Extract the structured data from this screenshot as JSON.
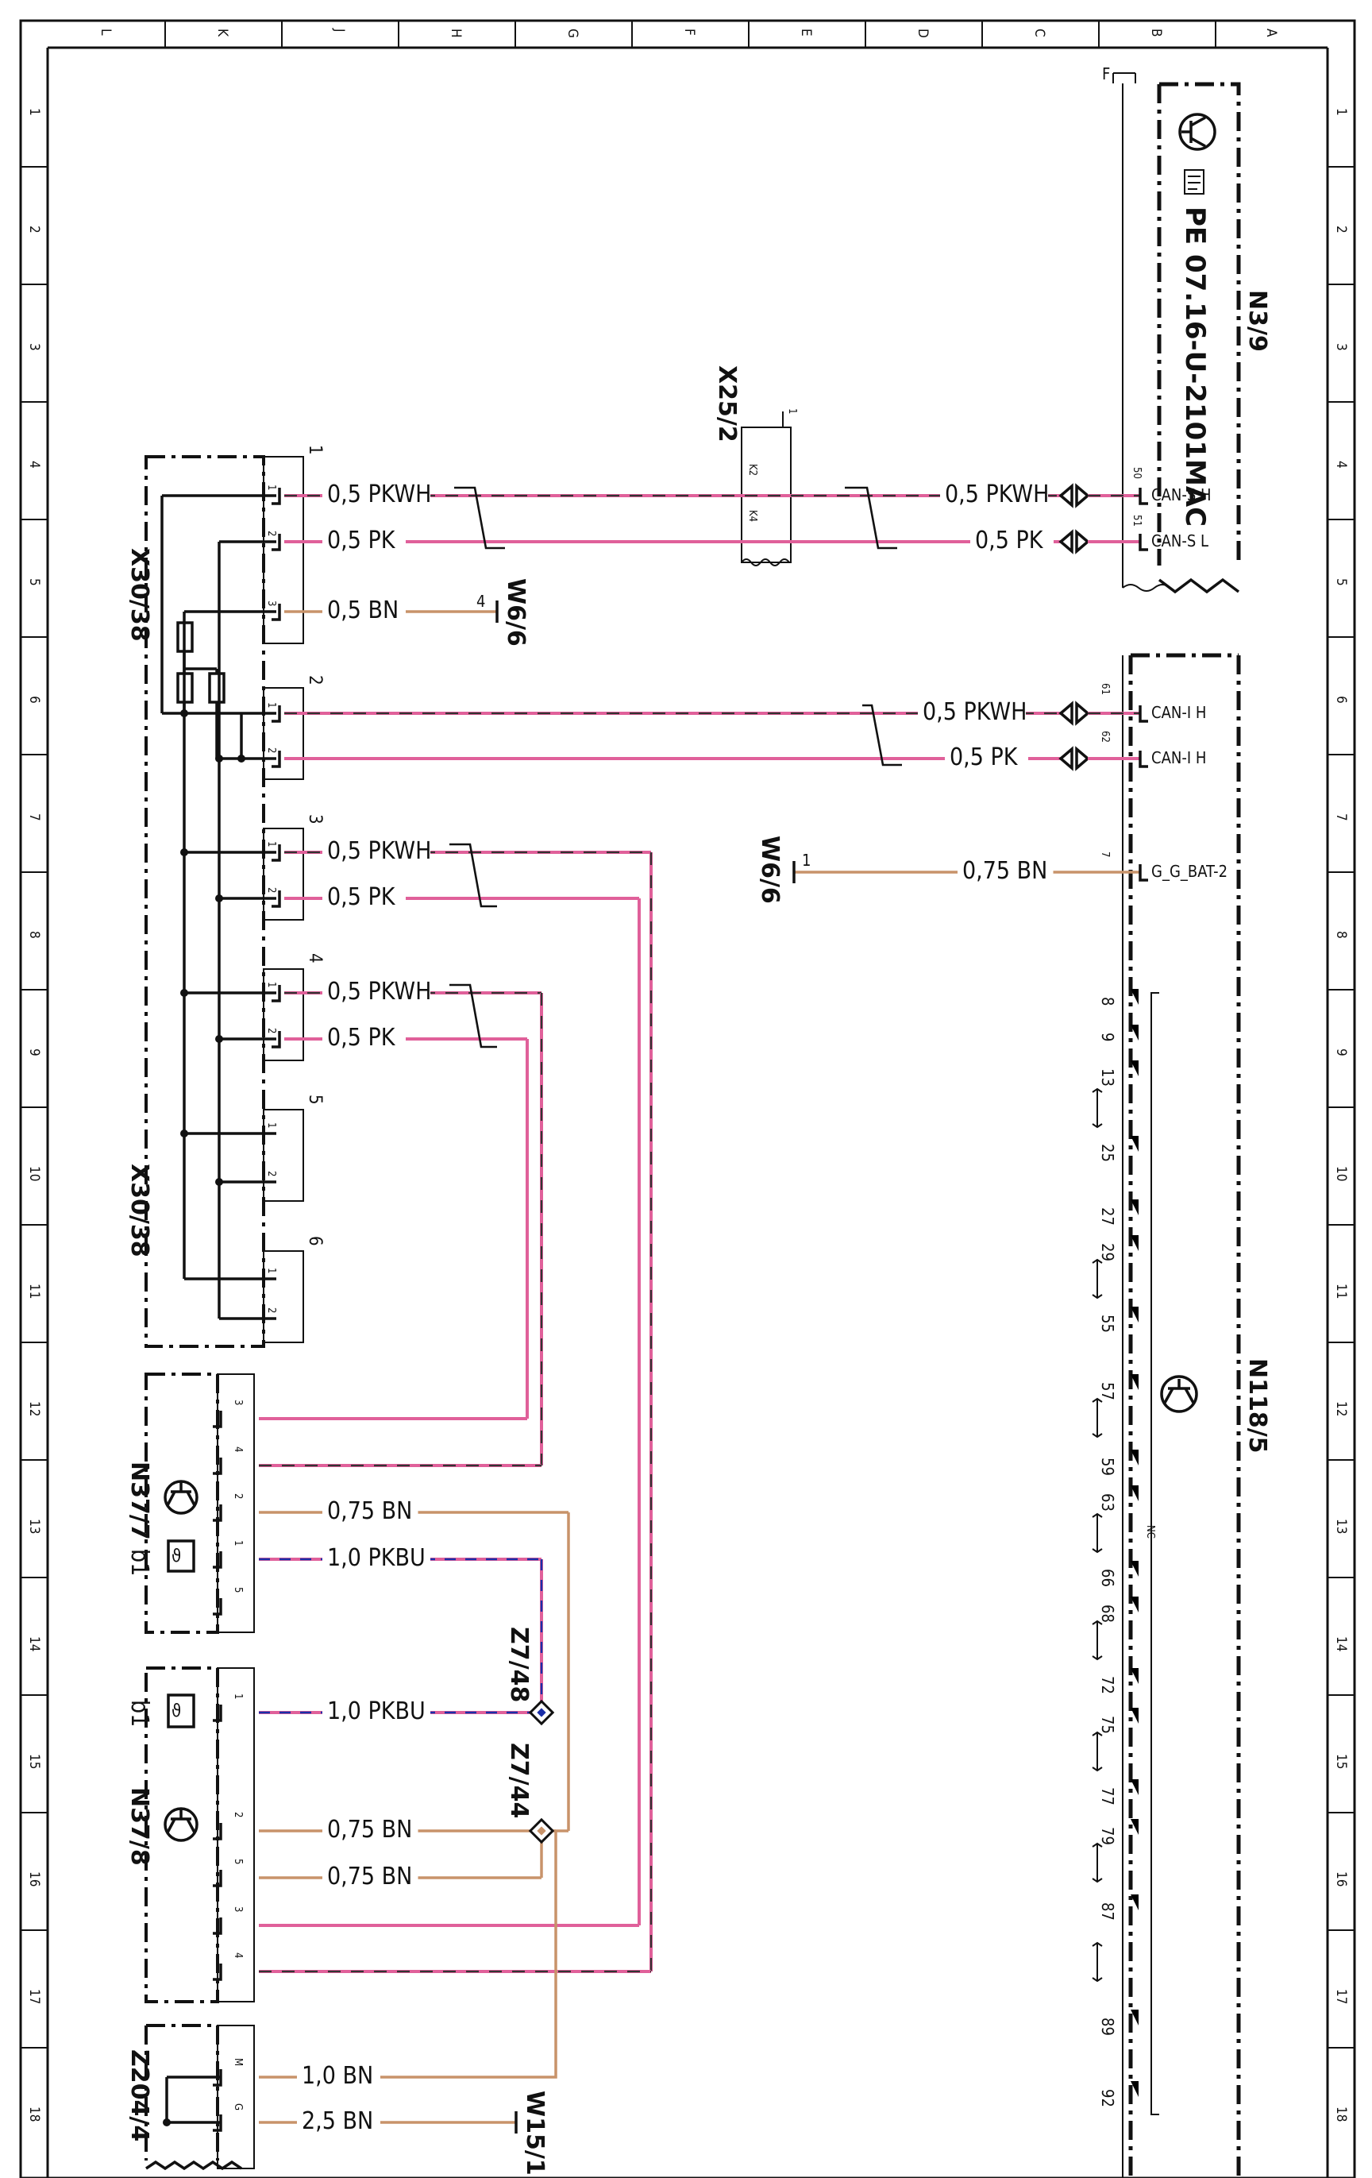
{
  "grid": {
    "top_letters": [
      "L",
      "K",
      "J",
      "H",
      "G",
      "F",
      "E",
      "D",
      "C",
      "B",
      "A"
    ],
    "row_numbers": [
      "1",
      "2",
      "3",
      "4",
      "5",
      "6",
      "7",
      "8",
      "9",
      "10",
      "11",
      "12",
      "13",
      "14",
      "15",
      "16",
      "17",
      "18"
    ]
  },
  "components": {
    "n3_9": {
      "id": "N3/9",
      "title": "PE 07.16-U-2101MAC",
      "cornerLabel": "F"
    },
    "x25_2": {
      "id": "X25/2",
      "pin": "1",
      "k2": "K2",
      "k4": "K4"
    },
    "x30_38_top": {
      "id": "X30/38"
    },
    "x30_38_bottom": {
      "id": "X30/38"
    },
    "w6_6_a": {
      "id": "W6/6",
      "pin": "4"
    },
    "w6_6_b": {
      "id": "W6/6",
      "pin": "1"
    },
    "n118_5": {
      "id": "N118/5",
      "nc": "NC"
    },
    "n37_7": {
      "id": "N37/7",
      "sub": "b1"
    },
    "n37_8": {
      "id": "N37/8",
      "sub": "b1"
    },
    "z7_48": {
      "id": "Z7/48"
    },
    "z7_44": {
      "id": "Z7/44"
    },
    "z204_4": {
      "id": "Z204/4"
    },
    "w15_1": {
      "id": "W15/1"
    }
  },
  "wires": {
    "top_1": "0,5 PKWH",
    "top_2": "0,5 PK",
    "right_1": "0,5 PKWH",
    "right_2": "0,5 PK",
    "w66": "0,5 BN",
    "mid_1": "0,5 PKWH",
    "mid_2": "0,5 PK",
    "gbat": "0,75 BN",
    "g3_1": "0,5 PKWH",
    "g3_2": "0,5 PK",
    "g4_1": "0,5 PKWH",
    "g4_2": "0,5 PK",
    "n377_2": "0,75 BN",
    "n377_1": "1,0 PKBU",
    "n378_1": "1,0 PKBU",
    "n378_2": "0,75 BN",
    "n378_5": "0,75 BN",
    "z204_m": "1,0 BN",
    "z204_g": "2,5 BN"
  },
  "pins": {
    "n39_50": "50",
    "n39_51": "51",
    "can_s_h": "CAN-S H",
    "can_s_l": "CAN-S L",
    "n118_61": "61",
    "n118_62": "62",
    "n118_7": "7",
    "can_i_h1": "CAN-I H",
    "can_i_h2": "CAN-I H",
    "g_bat": "G_G_BAT-2",
    "x30_groups": [
      "1",
      "2",
      "3",
      "4",
      "5",
      "6"
    ],
    "x30_sub": [
      "1",
      "2",
      "3",
      "1",
      "2",
      "1",
      "2",
      "1",
      "2",
      "1",
      "2",
      "1",
      "2"
    ],
    "n377": [
      "3",
      "4",
      "2",
      "1",
      "5"
    ],
    "n378": [
      "1",
      "2",
      "5",
      "3",
      "4"
    ],
    "z204": [
      "M",
      "G"
    ],
    "n118_col": [
      "8",
      "9",
      "13",
      "25",
      "27",
      "29",
      "55",
      "57",
      "59",
      "63",
      "66",
      "68",
      "72",
      "75",
      "77",
      "79",
      "87",
      "89",
      "92"
    ]
  }
}
